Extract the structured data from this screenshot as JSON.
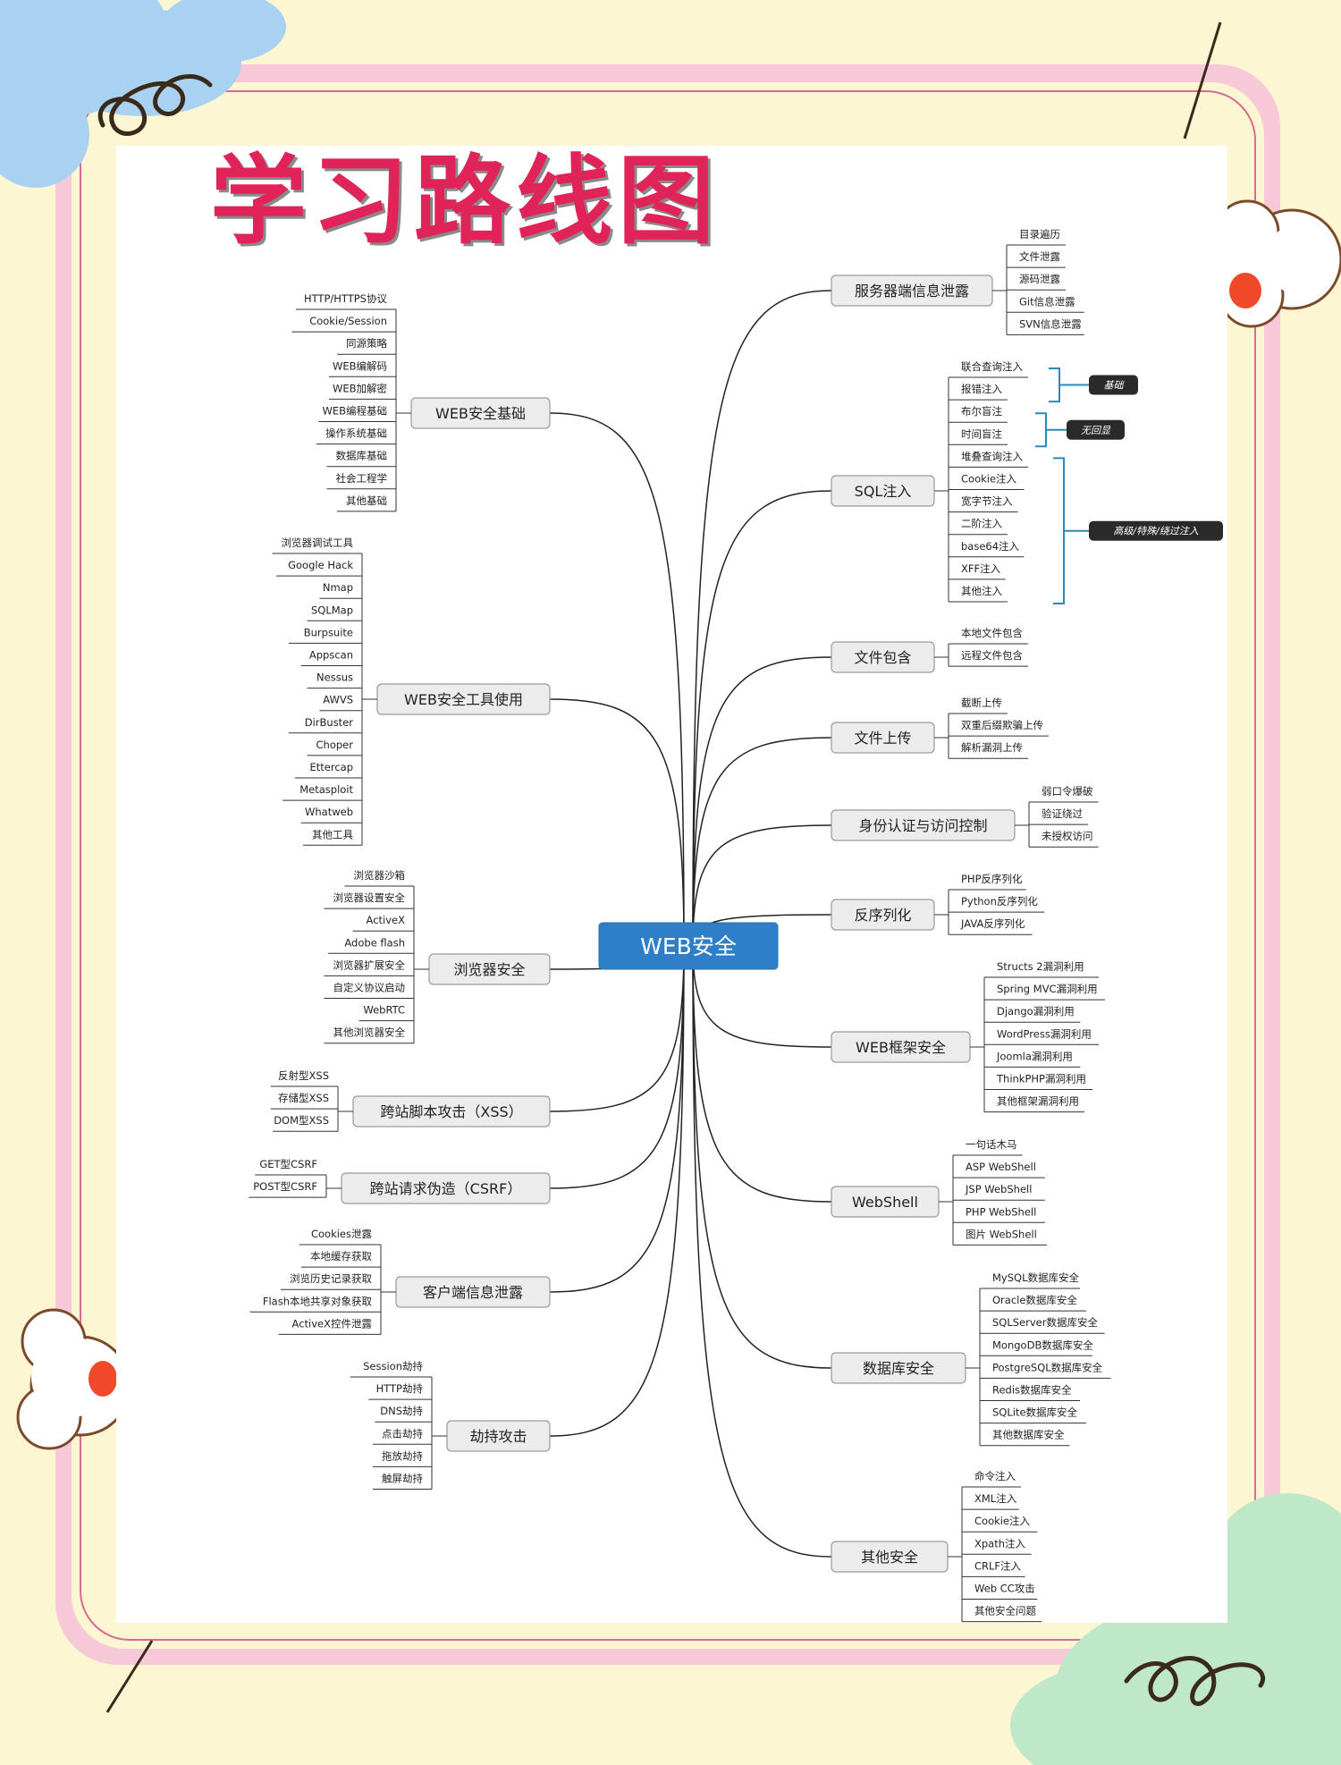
{
  "title": "学习路线图",
  "colors": {
    "background": "#fdf6d3",
    "frame_pink": "#f7c9d8",
    "title": "#e0245a",
    "center": "#2f7fc8",
    "blue_cloud": "#a9d2f2",
    "green_cloud": "#bfe8c8",
    "flower_dot": "#f04a2a"
  },
  "mindmap": {
    "center": "WEB安全",
    "left_branches": [
      {
        "label": "WEB安全基础",
        "items": [
          "HTTP/HTTPS协议",
          "Cookie/Session",
          "同源策略",
          "WEB编解码",
          "WEB加解密",
          "WEB编程基础",
          "操作系统基础",
          "数据库基础",
          "社会工程学",
          "其他基础"
        ]
      },
      {
        "label": "WEB安全工具使用",
        "items": [
          "浏览器调试工具",
          "Google Hack",
          "Nmap",
          "SQLMap",
          "Burpsuite",
          "Appscan",
          "Nessus",
          "AWVS",
          "DirBuster",
          "Choper",
          "Ettercap",
          "Metasploit",
          "Whatweb",
          "其他工具"
        ]
      },
      {
        "label": "浏览器安全",
        "items": [
          "浏览器沙箱",
          "浏览器设置安全",
          "ActiveX",
          "Adobe flash",
          "浏览器扩展安全",
          "自定义协议启动",
          "WebRTC",
          "其他浏览器安全"
        ]
      },
      {
        "label": "跨站脚本攻击（XSS）",
        "items": [
          "反射型XSS",
          "存储型XSS",
          "DOM型XSS"
        ]
      },
      {
        "label": "跨站请求伪造（CSRF）",
        "items": [
          "GET型CSRF",
          "POST型CSRF"
        ]
      },
      {
        "label": "客户端信息泄露",
        "items": [
          "Cookies泄露",
          "本地缓存获取",
          "浏览历史记录获取",
          "Flash本地共享对象获取",
          "ActiveX控件泄露"
        ]
      },
      {
        "label": "劫持攻击",
        "items": [
          "Session劫持",
          "HTTP劫持",
          "DNS劫持",
          "点击劫持",
          "拖放劫持",
          "触屏劫持"
        ]
      }
    ],
    "right_branches": [
      {
        "label": "服务器端信息泄露",
        "items": [
          "目录遍历",
          "文件泄露",
          "源码泄露",
          "Git信息泄露",
          "SVN信息泄露"
        ]
      },
      {
        "label": "SQL注入",
        "items": [
          "联合查询注入",
          "报错注入",
          "布尔盲注",
          "时间盲注",
          "堆叠查询注入",
          "Cookie注入",
          "宽字节注入",
          "二阶注入",
          "base64注入",
          "XFF注入",
          "其他注入"
        ]
      },
      {
        "label": "文件包含",
        "items": [
          "本地文件包含",
          "远程文件包含"
        ]
      },
      {
        "label": "文件上传",
        "items": [
          "截断上传",
          "双重后缀欺骗上传",
          "解析漏洞上传"
        ]
      },
      {
        "label": "身份认证与访问控制",
        "items": [
          "弱口令爆破",
          "验证绕过",
          "未授权访问"
        ]
      },
      {
        "label": "反序列化",
        "items": [
          "PHP反序列化",
          "Python反序列化",
          "JAVA反序列化"
        ]
      },
      {
        "label": "WEB框架安全",
        "items": [
          "Structs 2漏洞利用",
          "Spring MVC漏洞利用",
          "Django漏洞利用",
          "WordPress漏洞利用",
          "Joomla漏洞利用",
          "ThinkPHP漏洞利用",
          "其他框架漏洞利用"
        ]
      },
      {
        "label": "WebShell",
        "items": [
          "一句话木马",
          "ASP WebShell",
          "JSP WebShell",
          "PHP WebShell",
          "图片 WebShell"
        ]
      },
      {
        "label": "数据库安全",
        "items": [
          "MySQL数据库安全",
          "Oracle数据库安全",
          "SQLServer数据库安全",
          "MongoDB数据库安全",
          "PostgreSQL数据库安全",
          "Redis数据库安全",
          "SQLite数据库安全",
          "其他数据库安全"
        ]
      },
      {
        "label": "其他安全",
        "items": [
          "命令注入",
          "XML注入",
          "Cookie注入",
          "Xpath注入",
          "CRLF注入",
          "Web CC攻击",
          "其他安全问题"
        ]
      }
    ],
    "sql_groups": [
      {
        "label": "基础",
        "items": [
          "联合查询注入",
          "报错注入"
        ]
      },
      {
        "label": "无回显",
        "items": [
          "布尔盲注",
          "时间盲注"
        ]
      },
      {
        "label": "高级/特殊/绕过注入",
        "items": [
          "堆叠查询注入",
          "Cookie注入",
          "宽字节注入",
          "二阶注入",
          "base64注入",
          "XFF注入",
          "其他注入"
        ]
      }
    ]
  }
}
